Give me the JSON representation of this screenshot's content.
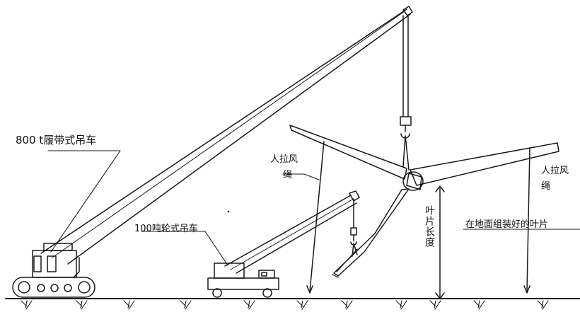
{
  "labels": {
    "crawler_crane": "800 t履带式吊车",
    "wheel_crane": "100吨轮式吊车",
    "tagline_left_line1": "人拉风",
    "tagline_left_line2": "绳",
    "tagline_right_line1": "人拉风",
    "tagline_right_line2": "绳",
    "blade_length": "叶片长度",
    "ground_assembled": "在地面组装好的叶片"
  },
  "colors": {
    "line": "#1a1a1a",
    "background": "#ffffff"
  }
}
